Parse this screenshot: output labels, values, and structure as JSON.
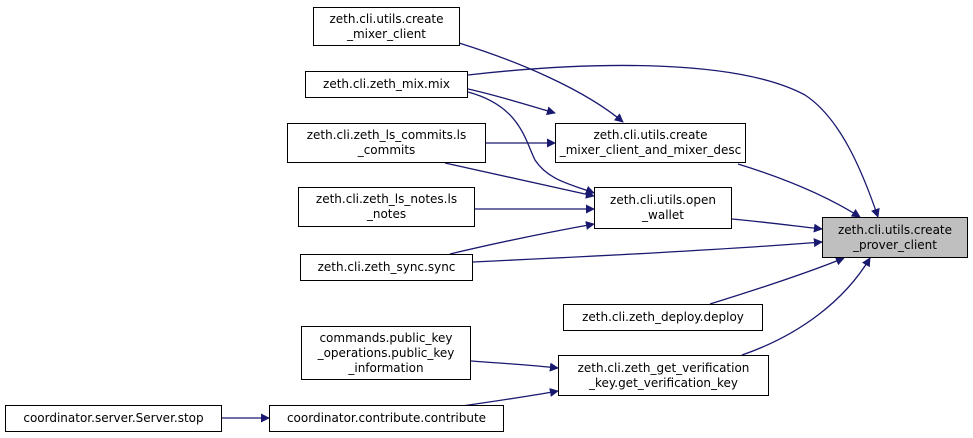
{
  "colors": {
    "edge": "#191970",
    "node_border": "#000000",
    "node_fill": "#ffffff",
    "target_fill": "#bfbfbf"
  },
  "nodes": {
    "create_mixer_client": [
      "zeth.cli.utils.create",
      "_mixer_client"
    ],
    "zeth_mix": [
      "zeth.cli.zeth_mix.mix"
    ],
    "ls_commits": [
      "zeth.cli.zeth_ls_commits.ls",
      "_commits"
    ],
    "create_mixer_client_and_mixer_desc": [
      "zeth.cli.utils.create",
      "_mixer_client_and_mixer_desc"
    ],
    "ls_notes": [
      "zeth.cli.zeth_ls_notes.ls",
      "_notes"
    ],
    "open_wallet": [
      "zeth.cli.utils.open",
      "_wallet"
    ],
    "zeth_sync": [
      "zeth.cli.zeth_sync.sync"
    ],
    "create_prover_client": [
      "zeth.cli.utils.create",
      "_prover_client"
    ],
    "zeth_deploy": [
      "zeth.cli.zeth_deploy.deploy"
    ],
    "public_key_information": [
      "commands.public_key",
      "_operations.public_key",
      "_information"
    ],
    "get_verification_key": [
      "zeth.cli.zeth_get_verification",
      "_key.get_verification_key"
    ],
    "server_stop": [
      "coordinator.server.Server.stop"
    ],
    "contribute": [
      "coordinator.contribute.contribute"
    ]
  },
  "edges": [
    {
      "from": "create_mixer_client",
      "to": "create_mixer_client_and_mixer_desc"
    },
    {
      "from": "zeth_mix",
      "to": "create_mixer_client_and_mixer_desc"
    },
    {
      "from": "zeth_mix",
      "to": "open_wallet"
    },
    {
      "from": "zeth_mix",
      "to": "create_prover_client"
    },
    {
      "from": "ls_commits",
      "to": "create_mixer_client_and_mixer_desc"
    },
    {
      "from": "ls_commits",
      "to": "open_wallet"
    },
    {
      "from": "ls_notes",
      "to": "open_wallet"
    },
    {
      "from": "zeth_sync",
      "to": "open_wallet"
    },
    {
      "from": "zeth_sync",
      "to": "create_prover_client"
    },
    {
      "from": "create_mixer_client_and_mixer_desc",
      "to": "create_prover_client"
    },
    {
      "from": "open_wallet",
      "to": "create_prover_client"
    },
    {
      "from": "zeth_deploy",
      "to": "create_prover_client"
    },
    {
      "from": "get_verification_key",
      "to": "create_prover_client"
    },
    {
      "from": "public_key_information",
      "to": "get_verification_key"
    },
    {
      "from": "contribute",
      "to": "get_verification_key"
    },
    {
      "from": "server_stop",
      "to": "contribute"
    }
  ]
}
